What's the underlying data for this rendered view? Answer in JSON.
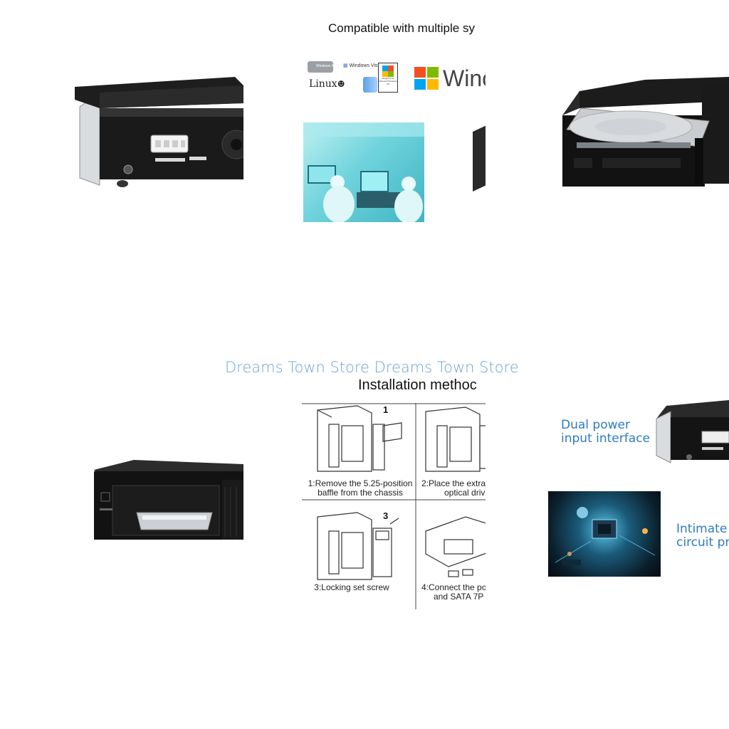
{
  "panel_top_middle": {
    "heading": "Compatible with multiple sy",
    "os_logos": {
      "windows_xp": "Windows XP",
      "windows_vista": "Windows Vista",
      "linux": "Linux",
      "designed_for": "Designed for Microsoft Windows XP",
      "windows_big": "Winc"
    }
  },
  "panel_bottom_middle": {
    "watermark": "Dreams Town Store Dreams Town Store",
    "heading": "Installation methoc",
    "steps": [
      {
        "number": "1",
        "caption_line1": "1:Remove the 5.25-position",
        "caption_line2": "baffle from the chassis"
      },
      {
        "number": "",
        "caption_line1": "2:Place the extra",
        "caption_line2": "optical driv"
      },
      {
        "number": "3",
        "caption_line1": "3:Locking set screw",
        "caption_line2": ""
      },
      {
        "number": "",
        "caption_line1": "4:Connect the po",
        "caption_line2": "and SATA 7P"
      }
    ]
  },
  "panel_bottom_right": {
    "feature1_line1": "Dual power",
    "feature1_line2": "input interface",
    "feature2_line1": "Intimate s",
    "feature2_line2": "circuit pro"
  },
  "colors": {
    "feature_blue": "#2e7bbf",
    "watermark_blue": "#6aa6d6",
    "cleanroom_cyan": "#6fd3dc"
  }
}
